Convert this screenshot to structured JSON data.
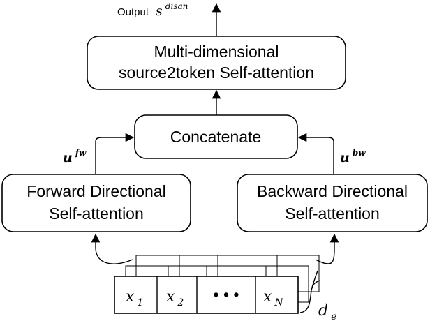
{
  "output": {
    "label": "Output",
    "symbol": "s",
    "superscript": "disan"
  },
  "attention_box": {
    "line1": "Multi-dimensional",
    "line2": "source2token Self-attention"
  },
  "concat_box": {
    "label": "Concatenate"
  },
  "forward_box": {
    "line1": "Forward Directional",
    "line2": "Self-attention"
  },
  "backward_box": {
    "line1": "Backward Directional",
    "line2": "Self-attention"
  },
  "forward_output": {
    "symbol": "u",
    "superscript": "fw"
  },
  "backward_output": {
    "symbol": "u",
    "superscript": "bw"
  },
  "input_tokens": {
    "first": "x",
    "first_sub": "1",
    "second": "x",
    "second_sub": "2",
    "ellipsis": "• • •",
    "last": "x",
    "last_sub": "N"
  },
  "dimension": {
    "symbol": "d",
    "subscript": "e"
  }
}
